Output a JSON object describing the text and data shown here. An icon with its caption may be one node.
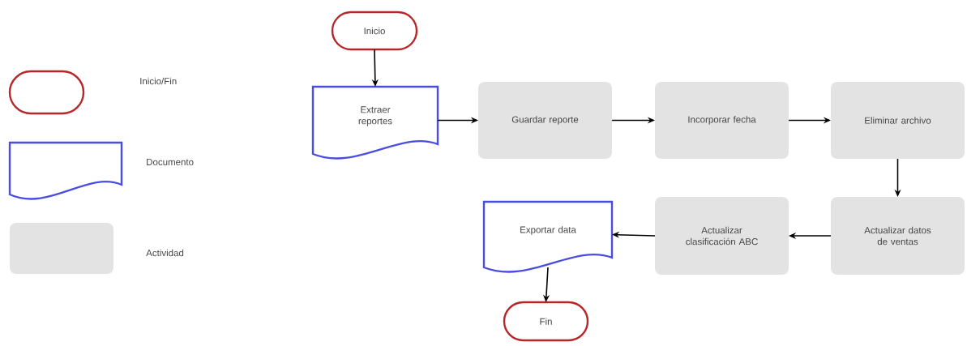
{
  "diagram": {
    "nodes": [
      {
        "text": [
          "Inicio"
        ]
      },
      {
        "text": [
          "Extraer reportes"
        ]
      },
      {
        "text": [
          "Guardar reporte"
        ]
      },
      {
        "text": [
          "Incorporar fecha"
        ]
      },
      {
        "text": [
          "Eliminar archivo"
        ]
      },
      {
        "text": [
          "Actualizar datos de ventas"
        ]
      },
      {
        "text": [
          "Actualizar clasificación ABC"
        ]
      },
      {
        "text": [
          "Exportar data"
        ]
      },
      {
        "text": [
          "Fin"
        ]
      }
    ],
    "edges": [
      {
        "from": 0,
        "to": 1,
        "arrow": "to"
      },
      {
        "from": 1,
        "to": 2,
        "arrow": "to"
      },
      {
        "from": 2,
        "to": 3,
        "arrow": "to"
      },
      {
        "from": 3,
        "to": 4,
        "arrow": "to"
      },
      {
        "from": 4,
        "to": 5,
        "arrow": "to"
      },
      {
        "from": 5,
        "to": 6,
        "arrow": "to"
      },
      {
        "from": 6,
        "to": 7,
        "arrow": "to"
      },
      {
        "from": 7,
        "to": 8,
        "arrow": "to"
      }
    ],
    "legend": [
      {
        "text": "Inicio/Fin"
      },
      {
        "text": "Documento"
      },
      {
        "text": "Actividad"
      }
    ]
  }
}
